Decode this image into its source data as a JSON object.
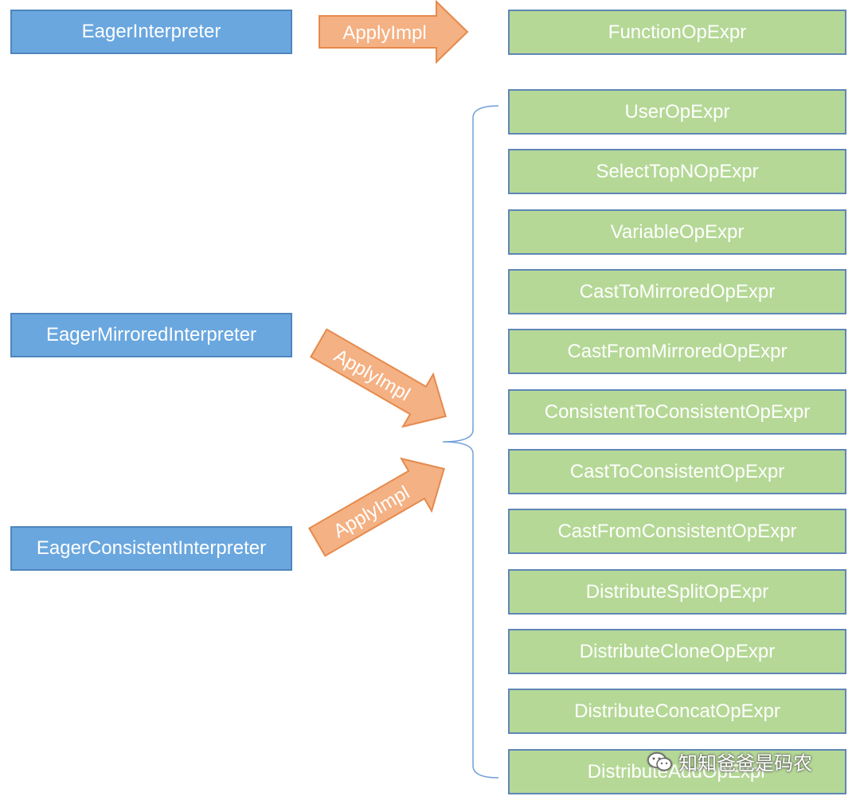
{
  "interpreters": {
    "eager": "EagerInterpreter",
    "mirrored": "EagerMirroredInterpreter",
    "consistent": "EagerConsistentInterpreter"
  },
  "arrows": {
    "top": "ApplyImpl",
    "mirrored": "ApplyImpl",
    "consistent": "ApplyImpl"
  },
  "function_op": "FunctionOpExpr",
  "op_exprs": [
    "UserOpExpr",
    "SelectTopNOpExpr",
    "VariableOpExpr",
    "CastToMirroredOpExpr",
    "CastFromMirroredOpExpr",
    "ConsistentToConsistentOpExpr",
    "CastToConsistentOpExpr",
    "CastFromConsistentOpExpr",
    "DistributeSplitOpExpr",
    "DistributeCloneOpExpr",
    "DistributeConcatOpExpr",
    "DistributeAddOpExpr"
  ],
  "watermark": "知知爸爸是码农",
  "colors": {
    "interpreter": "#6aa7df",
    "op": "#b5d896",
    "arrow": "#f4b183"
  }
}
